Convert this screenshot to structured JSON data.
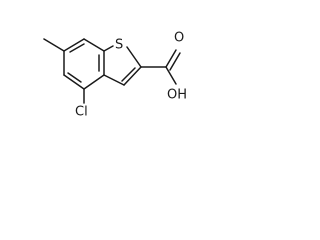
{
  "molecule": {
    "atoms": {
      "sulfur": "S",
      "chlorine": "Cl",
      "oxygen_carbonyl": "O",
      "hydroxyl": "OH"
    }
  },
  "colors": {
    "bond": "#1a1a1a",
    "label": "#1a1a1a",
    "background": "#ffffff"
  }
}
